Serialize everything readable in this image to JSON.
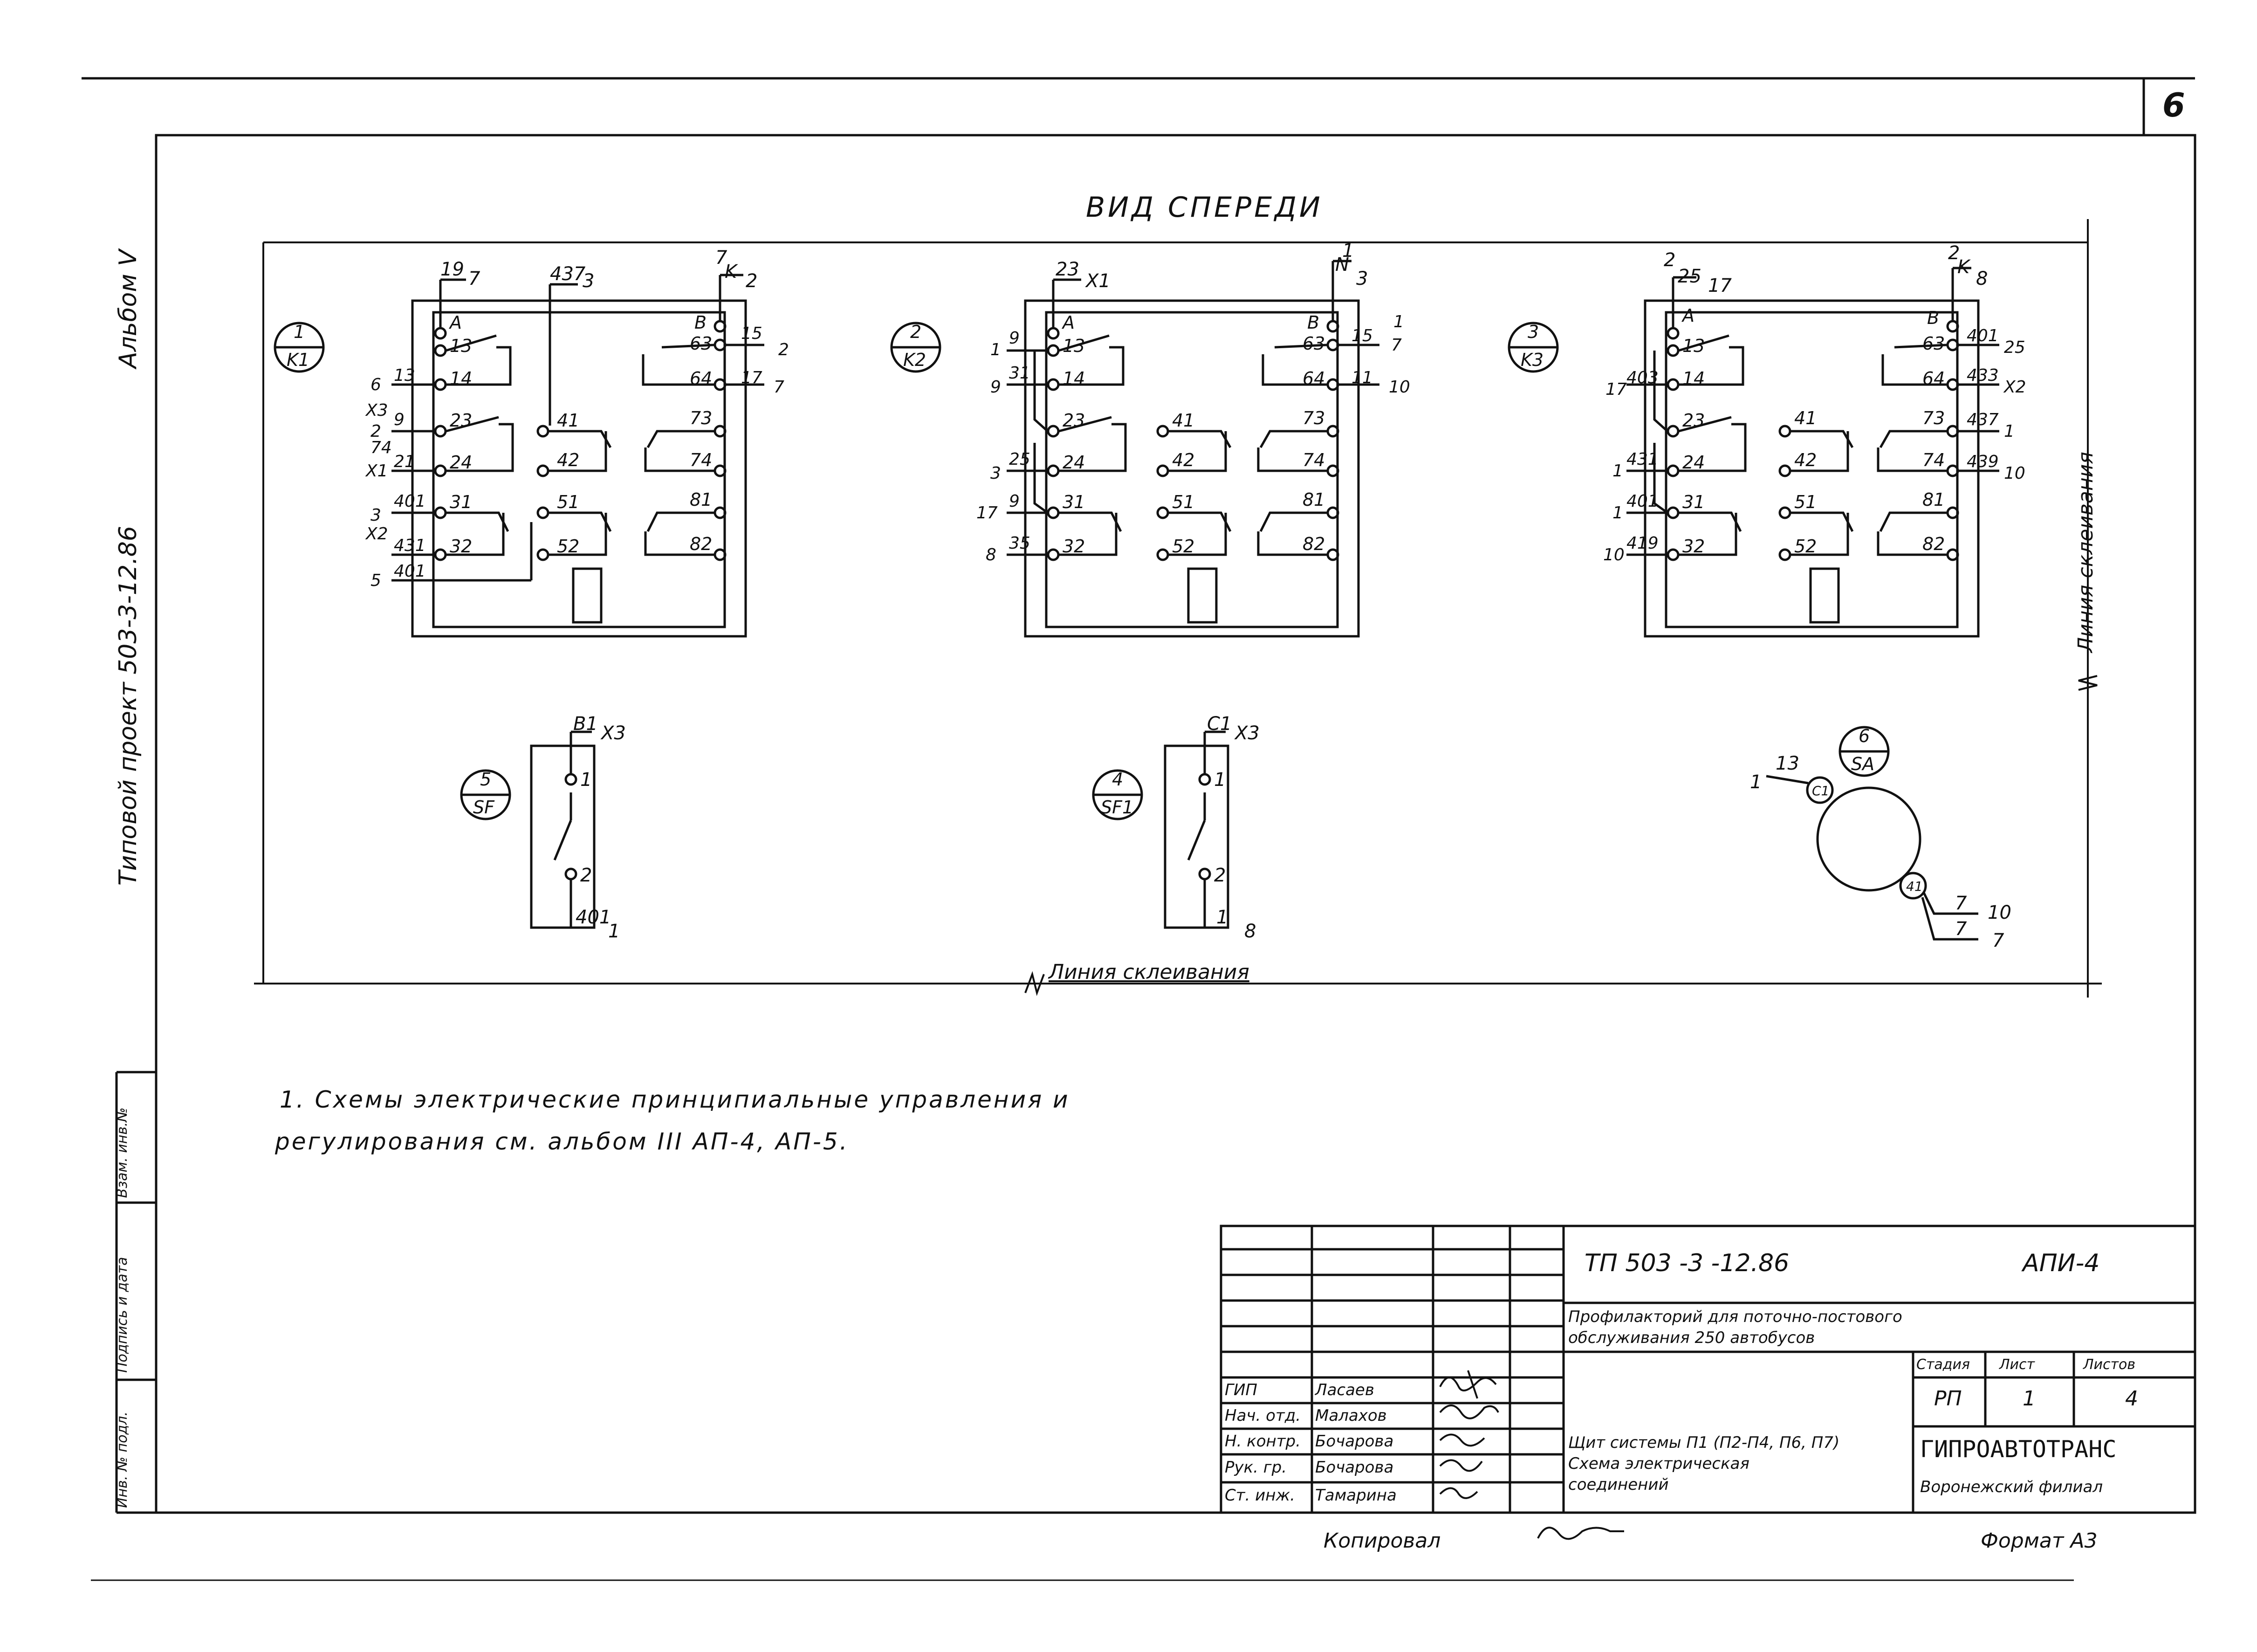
{
  "sheet": {
    "sheet_number": "6",
    "side_label": "Типовой проект 503-3-12.86",
    "side_album": "Альбом V",
    "view_title": "ВИД СПЕРЕДИ",
    "glue_line_bottom": "Линия склеивания",
    "glue_line_right": "Линия склеивания",
    "copied_by": "Копировал",
    "format": "Формат А3"
  },
  "note": {
    "line1": "1. Схемы электрические принципиальные управления и",
    "line2": "регулирования см. альбом III АП-4, АП-5."
  },
  "left_strip": {
    "cell1": "Взам. инв.№",
    "cell2": "Подпись и дата",
    "cell3": "Инв. № подл."
  },
  "title_block": {
    "doc_code": "ТП 503 -3 -12.86",
    "sheet_code": "АПИ-4",
    "project_line1": "Профилакторий для поточно-постового",
    "project_line2": "обслуживания 250 автобусов",
    "stage_header": "Стадия",
    "sheet_header": "Лист",
    "sheets_header": "Листов",
    "stage": "РП",
    "sheet": "1",
    "sheets": "4",
    "drawing_line1": "Щит системы П1 (П2-П4, П6, П7)",
    "drawing_line2": "Схема электрическая",
    "drawing_line3": "соединений",
    "org_line1": "ГИПРОАВТОТРАНС",
    "org_line2": "Воронежский филиал",
    "staff": [
      {
        "role": "ГИП",
        "name": "Ласаев"
      },
      {
        "role": "Нач. отд.",
        "name": "Малахов"
      },
      {
        "role": "Н. контр.",
        "name": "Бочарова"
      },
      {
        "role": "Рук. гр.",
        "name": "Бочарова"
      },
      {
        "role": "Ст. инж.",
        "name": "Тамарина"
      }
    ]
  },
  "devices": {
    "k1": {
      "num": "1",
      "code": "K1",
      "top_labels": [
        "19",
        "7",
        "437",
        "3",
        "7",
        "K",
        "2"
      ]
    },
    "k2": {
      "num": "2",
      "code": "K2",
      "top_labels": [
        "23",
        "X1",
        "1",
        "N",
        "3"
      ]
    },
    "k3": {
      "num": "3",
      "code": "K3",
      "top_labels": [
        "2",
        "25",
        "17",
        "2",
        "K",
        "8"
      ]
    },
    "sf": {
      "num": "5",
      "code": "SF",
      "top": "B1",
      "top_x": "X3",
      "bottom": "401",
      "bottom_n": "1",
      "term1": "1",
      "term2": "2"
    },
    "sf1": {
      "num": "4",
      "code": "SF1",
      "top": "C1",
      "top_x": "X3",
      "bottom": "1",
      "bottom_n": "8",
      "term1": "1",
      "term2": "2"
    },
    "sa": {
      "num": "6",
      "code": "SA",
      "wire_in": "13",
      "wire_in_n": "1",
      "c1": "C1",
      "c41": "41",
      "out1": "7",
      "out1_n": "10",
      "out2": "7",
      "out2_n": "7"
    }
  },
  "contacts": {
    "A": "A",
    "B": "B",
    "c13": "13",
    "c14": "14",
    "c23": "23",
    "c24": "24",
    "c31": "31",
    "c32": "32",
    "c41": "41",
    "c42": "42",
    "c51": "51",
    "c52": "52",
    "c63": "63",
    "c64": "64",
    "c73": "73",
    "c74": "74",
    "c81": "81",
    "c82": "82"
  },
  "k1_wires": {
    "w13": "13",
    "w13n": "6",
    "w9": "9",
    "w9n": "X3",
    "w21": "21",
    "w21a": "2",
    "w21b": "74",
    "w21n": "X1",
    "w401": "401",
    "w401n": "3",
    "w431": "431",
    "w431n": "X2",
    "w401b": "401",
    "w401bn": "5",
    "r15": "15",
    "r15n": "2",
    "r17": "17",
    "r17n": "7"
  },
  "k2_wires": {
    "w9": "9",
    "w9n": "1",
    "w31": "31",
    "w31n": "9",
    "w25": "25",
    "w25n": "3",
    "w9b": "9",
    "w9bn": "17",
    "w35": "35",
    "w35n": "8",
    "r15": "15",
    "r15n": "7",
    "r15a": "1",
    "r11": "11",
    "r11n": "10"
  },
  "k3_wires": {
    "w403": "403",
    "w403n": "17",
    "w431": "431",
    "w431n": "1",
    "w401": "401",
    "w401n": "1",
    "w419": "419",
    "w419n": "10",
    "r401": "401",
    "r401n": "25",
    "r433": "433",
    "r433n": "X2",
    "r437": "437",
    "r437n": "1",
    "r439": "439",
    "r439n": "10"
  }
}
